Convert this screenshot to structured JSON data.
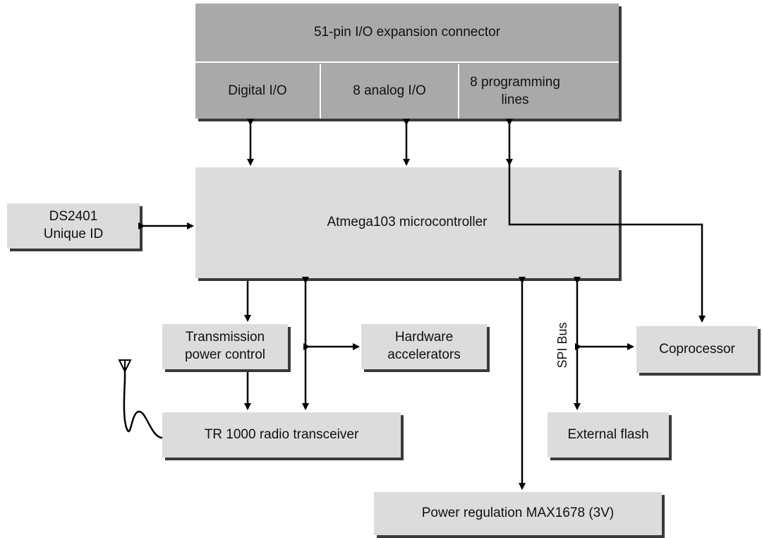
{
  "connector": {
    "title": "51-pin I/O expansion connector",
    "digital": "Digital I/O",
    "analog": "8 analog I/O",
    "programming": "8 programming lines"
  },
  "mcu": "Atmega103 microcontroller",
  "ds2401": "DS2401 Unique ID",
  "tx_power": "Transmission power control",
  "hw_accel": "Hardware accelerators",
  "radio": "TR 1000 radio transceiver",
  "coprocessor": "Coprocessor",
  "flash": "External flash",
  "power": "Power regulation MAX1678 (3V)",
  "spi_bus": "SPI Bus",
  "colors": {
    "header_fill": "#a9a9a9",
    "block_fill": "#dcdcdc",
    "line": "#000000"
  }
}
